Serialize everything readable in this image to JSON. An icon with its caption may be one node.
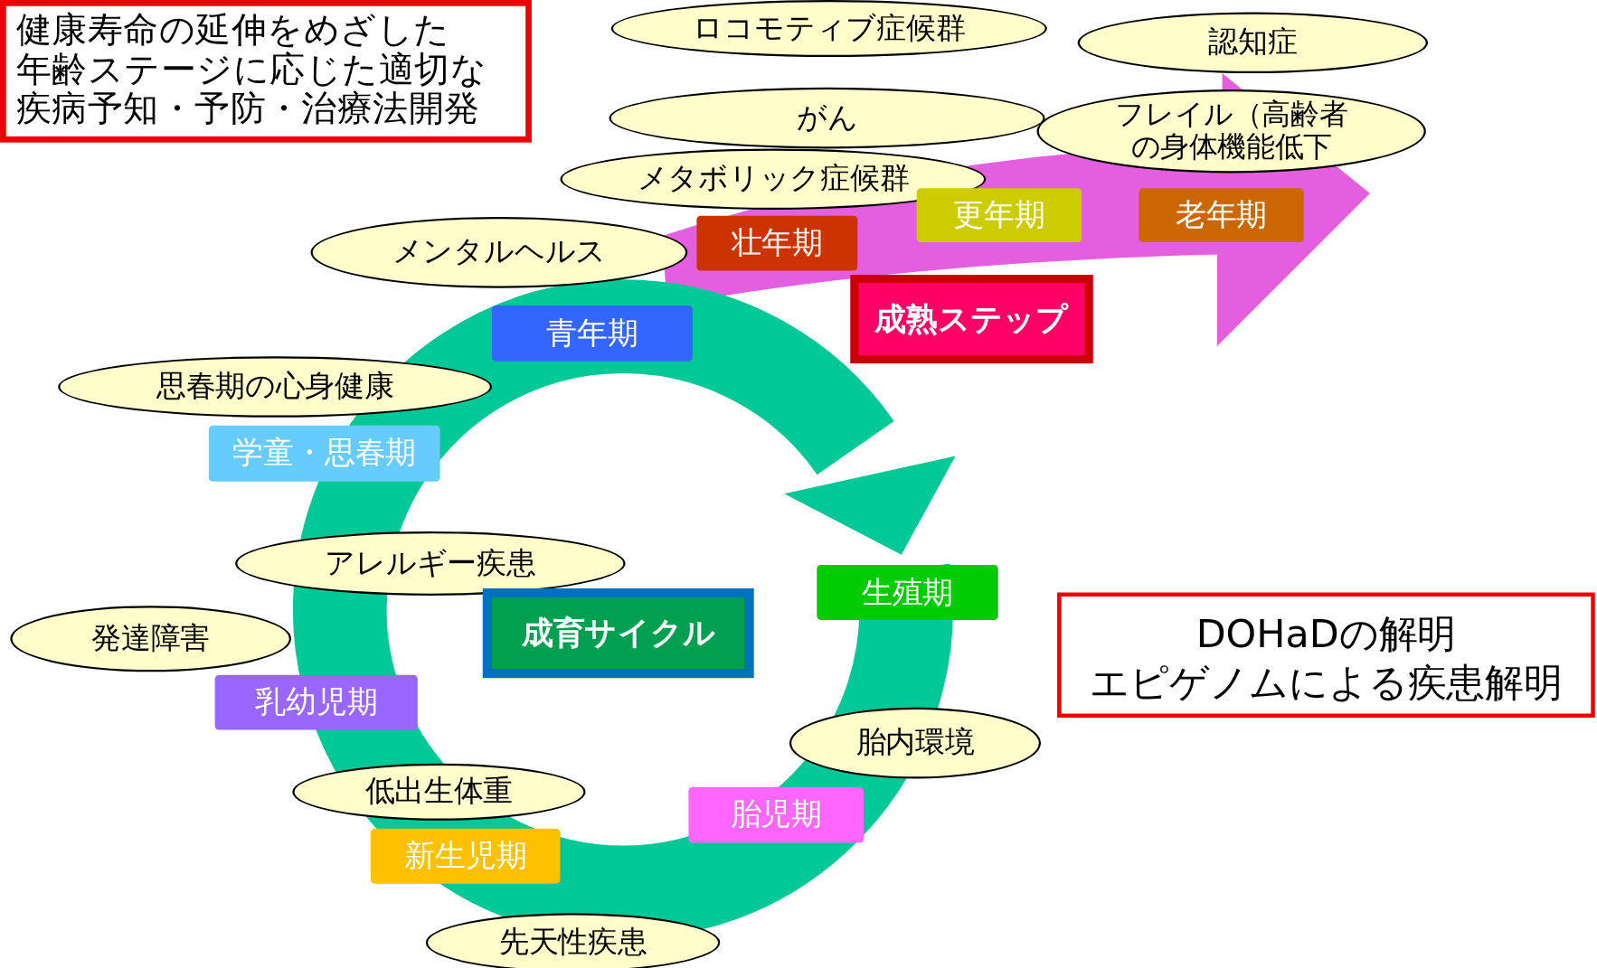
{
  "diagram": {
    "nodes": [
      {
        "text": [
          "健康寿命の延伸をめざした年齢ステージに応じた適切な疾病予知・予防・治療法開発"
        ]
      },
      {
        "text": [
          "ロコモティブ症候群"
        ]
      },
      {
        "text": [
          "認知症"
        ]
      },
      {
        "text": [
          "がん"
        ]
      },
      {
        "text": [
          "フレイル（高齢者の身体機能低下"
        ]
      },
      {
        "text": [
          "メタボリック症候群"
        ]
      },
      {
        "text": [
          "更年期"
        ]
      },
      {
        "text": [
          "老年期"
        ]
      },
      {
        "text": [
          "メンタルヘルス"
        ]
      },
      {
        "text": [
          "壮年期"
        ]
      },
      {
        "text": [
          "成熟ステップ"
        ]
      },
      {
        "text": [
          "青年期"
        ]
      },
      {
        "text": [
          "思春期の心身健康"
        ]
      },
      {
        "text": [
          "学童・思春期"
        ]
      },
      {
        "text": [
          "アレルギー疾患"
        ]
      },
      {
        "text": [
          "生殖期"
        ]
      },
      {
        "text": [
          "成育サイクル"
        ]
      },
      {
        "text": [
          "DOHaDの解明エピゲノムによる疾患解明"
        ]
      },
      {
        "text": [
          "発達障害"
        ]
      },
      {
        "text": [
          "乳幼児期"
        ]
      },
      {
        "text": [
          "胎内環境"
        ]
      },
      {
        "text": [
          "低出生体重"
        ]
      },
      {
        "text": [
          "胎児期"
        ]
      },
      {
        "text": [
          "新生児期"
        ]
      },
      {
        "text": [
          "先天性疾患"
        ]
      }
    ]
  }
}
